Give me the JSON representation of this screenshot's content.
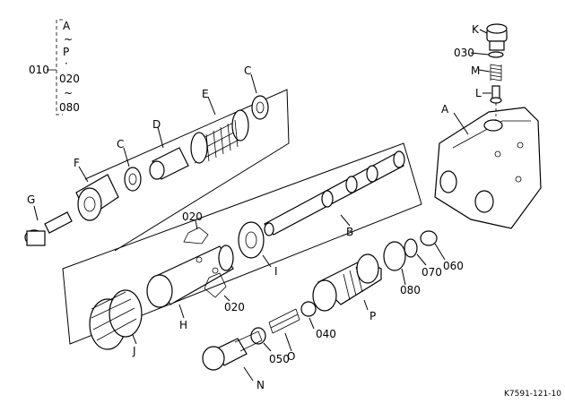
{
  "group": {
    "number": "010",
    "range_start": "A",
    "tilde1": "~",
    "range_mid": "P",
    "dot": "·",
    "range_num_start": "020",
    "tilde2": "~",
    "range_num_end": "080"
  },
  "labels": {
    "A": "A",
    "B": "B",
    "C1": "C",
    "C2": "C",
    "D": "D",
    "E": "E",
    "F": "F",
    "G": "G",
    "H": "H",
    "I": "I",
    "J": "J",
    "K": "K",
    "L": "L",
    "M": "M",
    "N": "N",
    "O": "O",
    "P": "P",
    "n020a": "020",
    "n020b": "020",
    "n030": "030",
    "n040": "040",
    "n050": "050",
    "n060": "060",
    "n070": "070",
    "n080": "080"
  },
  "figure_code": "K7591-121-10"
}
